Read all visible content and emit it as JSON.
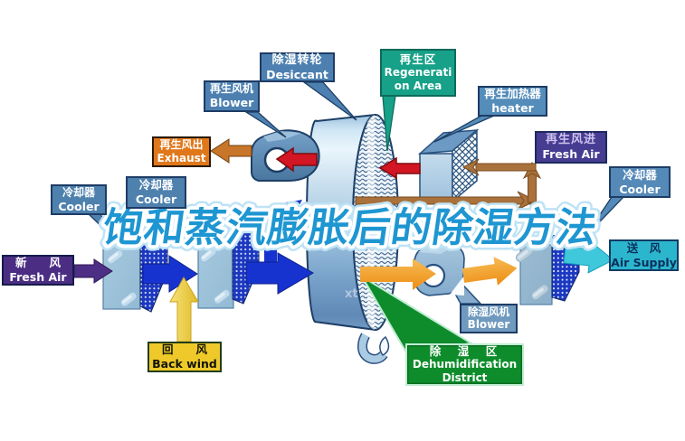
{
  "title": {
    "text": "饱和蒸汽膨胀后的除湿方法"
  },
  "watermark": {
    "text": "xt"
  },
  "labels": {
    "desiccant": {
      "zh": "除湿转轮",
      "en": "Desiccant"
    },
    "regeneration_area": {
      "zh": "再生区",
      "en1": "Regenerati",
      "en2": "on Area"
    },
    "regen_blower": {
      "zh": "再生风机",
      "en": "Blower"
    },
    "regen_heater": {
      "zh": "再生加热器",
      "en": "heater"
    },
    "exhaust": {
      "zh": "再生风出",
      "en": "Exhaust"
    },
    "regen_fresh_air": {
      "zh": "再生风进",
      "en": "Fresh Air"
    },
    "cooler_left_outer": {
      "zh": "冷却器",
      "en": "Cooler"
    },
    "cooler_left_inner": {
      "zh": "冷却器",
      "en": "Cooler"
    },
    "cooler_right": {
      "zh": "冷却器",
      "en": "Cooler"
    },
    "fresh_air": {
      "zh": "新　　风",
      "en": "Fresh Air"
    },
    "back_wind": {
      "zh": "回　　风",
      "en": "Back wind"
    },
    "dehumid_blower": {
      "zh": "除湿风机",
      "en": "Blower"
    },
    "dehumid_district": {
      "zh": "除　湿　区",
      "en1": "Dehumidification",
      "en2": "District"
    },
    "air_supply": {
      "zh": "送　风",
      "en": "Air Supply"
    }
  },
  "colors": {
    "steel_blue_label": "#4d80b0",
    "teal_label": "#16a188",
    "orange_label": "#e0771b",
    "indigo_label": "#463c92",
    "purple_label": "#4b2d83",
    "yellow_label": "#eec929",
    "green_label": "#0e8c2b",
    "cyan_label": "#2cb6ce",
    "red_arrow": "#d31623",
    "orange_arrow": "#f09c28",
    "blue_arrow": "#1733cf",
    "brown_duct": "#a9713b",
    "title_blue": "#1e96d2"
  }
}
